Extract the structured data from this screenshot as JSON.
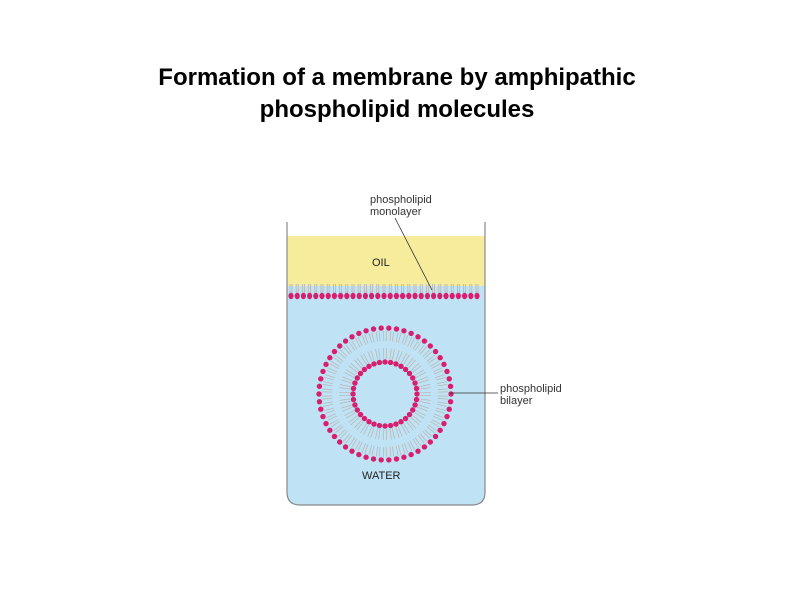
{
  "title": {
    "line1": "Formation of a membrane by amphipathic",
    "line2": "phospholipid molecules"
  },
  "labels": {
    "monolayer_line1": "phospholipid",
    "monolayer_line2": "monolayer",
    "oil": "OIL",
    "bilayer_line1": "phospholipid",
    "bilayer_line2": "bilayer",
    "water": "WATER"
  },
  "colors": {
    "oil": "#f7ec9c",
    "water": "#bfe3f4",
    "head": "#d81e6e",
    "tail": "#b9b9b9",
    "container": "#888888"
  }
}
